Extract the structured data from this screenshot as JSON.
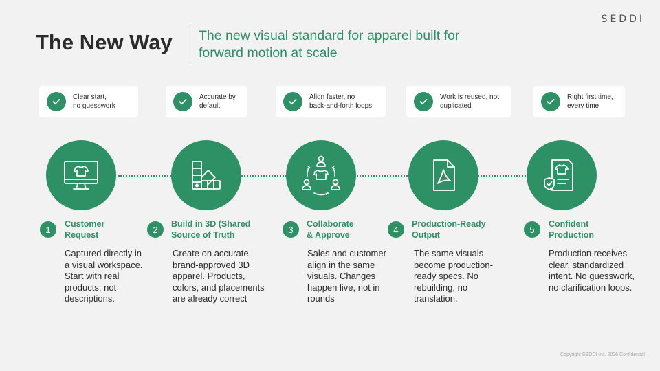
{
  "logo": "SEDDI",
  "title": "The New Way",
  "subtitle": "The new visual standard for apparel built for forward motion at scale",
  "benefits": [
    {
      "text": "Clear start,\nno guesswork"
    },
    {
      "text": "Accurate by\ndefault"
    },
    {
      "text": "Align faster, no\nback-and-forth loops"
    },
    {
      "text": "Work is reused, not\nduplicated"
    },
    {
      "text": "Right first time,\nevery time"
    }
  ],
  "steps": [
    {
      "number": "1",
      "title": "Customer\nRequest",
      "description": "Captured directly in a visual workspace. Start with real products, not descriptions.",
      "icon": "monitor-shirt-icon"
    },
    {
      "number": "2",
      "title": "Build in 3D (Shared\nSource of Truth",
      "description": "Create on accurate, brand-approved 3D apparel. Products, colors, and placements are already correct",
      "icon": "color-swatch-icon"
    },
    {
      "number": "3",
      "title": "Collaborate\n& Approve",
      "description": "Sales and customer align in the same visuals. Changes happen live, not in rounds",
      "icon": "collaboration-icon"
    },
    {
      "number": "4",
      "title": "Production-Ready\nOutput",
      "description": "The same visuals become production-ready specs. No rebuilding, no translation.",
      "icon": "pdf-document-icon"
    },
    {
      "number": "5",
      "title": "Confident\nProduction",
      "description": "Production receives clear, standardized intent. No guesswork, no clarification loops.",
      "icon": "verified-spec-icon"
    }
  ],
  "copyright": "Copyright SEDDI Inc. 2026 Confidential",
  "colors": {
    "accent": "#2e9166",
    "background": "#f2f2f2",
    "text": "#2b2b2b"
  }
}
